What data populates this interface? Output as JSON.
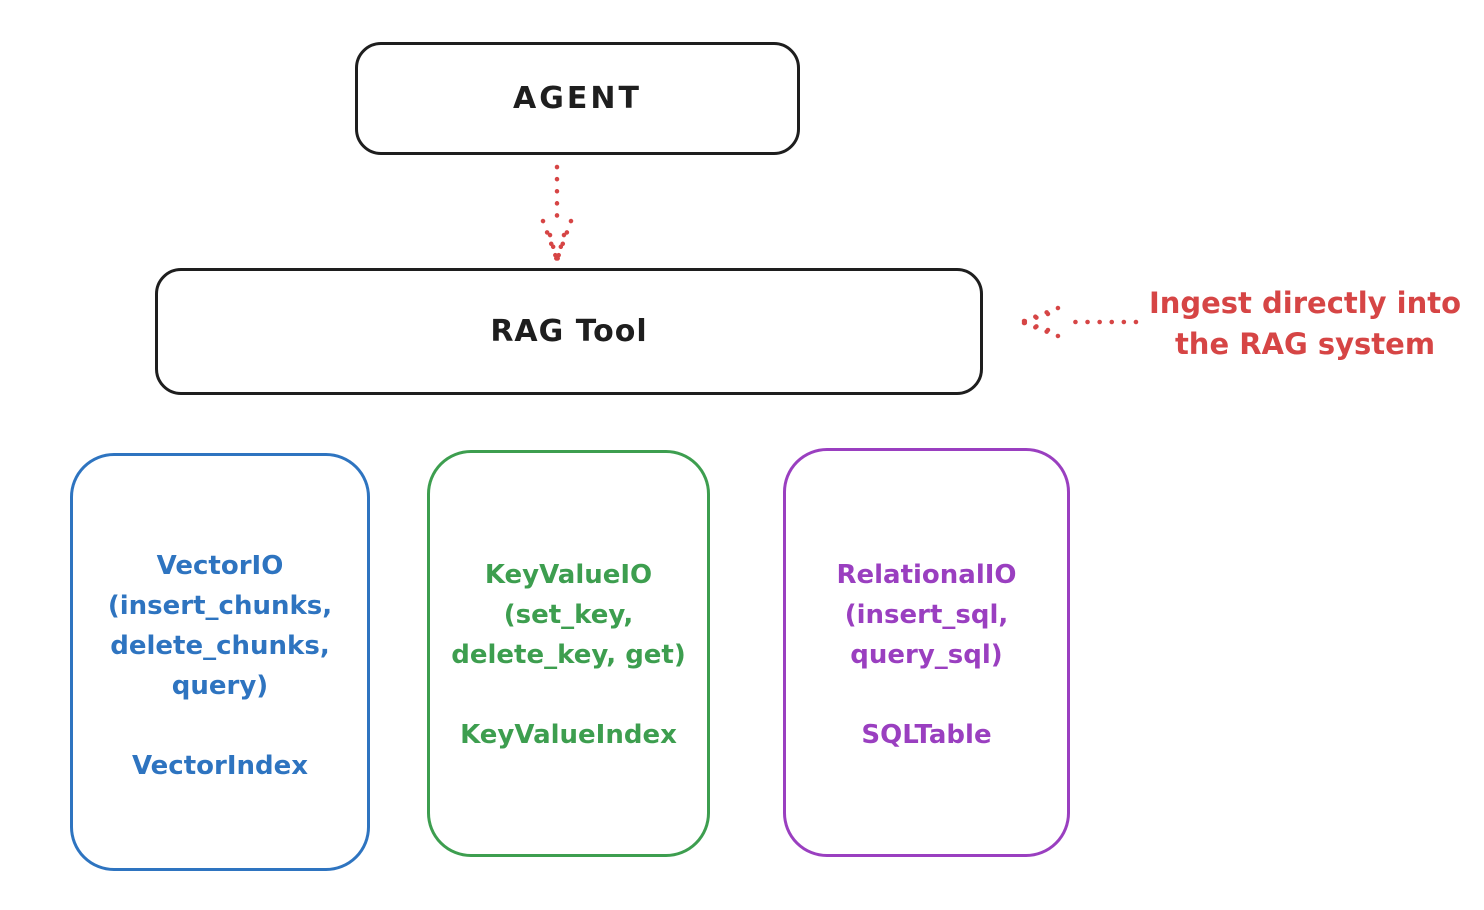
{
  "diagram": {
    "background": "#ffffff",
    "stroke_color": "#1e1e1e",
    "accent_red": "#d64545",
    "agent": {
      "label": "AGENT"
    },
    "rag_tool": {
      "label": "RAG Tool"
    },
    "annotation": {
      "line1": "Ingest directly into",
      "line2": "the RAG system"
    },
    "arrows": [
      {
        "name": "agent-to-rag-tool",
        "style": "dotted",
        "direction": "down"
      },
      {
        "name": "ingest-annotation-to-rag-tool",
        "style": "dotted",
        "direction": "left"
      }
    ],
    "nodes": [
      {
        "id": "vector-io",
        "color": "#2e74c0",
        "lines": [
          "VectorIO",
          "(insert_chunks,",
          "delete_chunks,",
          "query)"
        ],
        "footer": "VectorIndex"
      },
      {
        "id": "keyvalue-io",
        "color": "#3d9e4f",
        "lines": [
          "KeyValueIO",
          "(set_key,",
          "delete_key, get)"
        ],
        "footer": "KeyValueIndex"
      },
      {
        "id": "relational-io",
        "color": "#9a3fc0",
        "lines": [
          "RelationalIO",
          "(insert_sql,",
          "query_sql)"
        ],
        "footer": "SQLTable"
      }
    ]
  }
}
